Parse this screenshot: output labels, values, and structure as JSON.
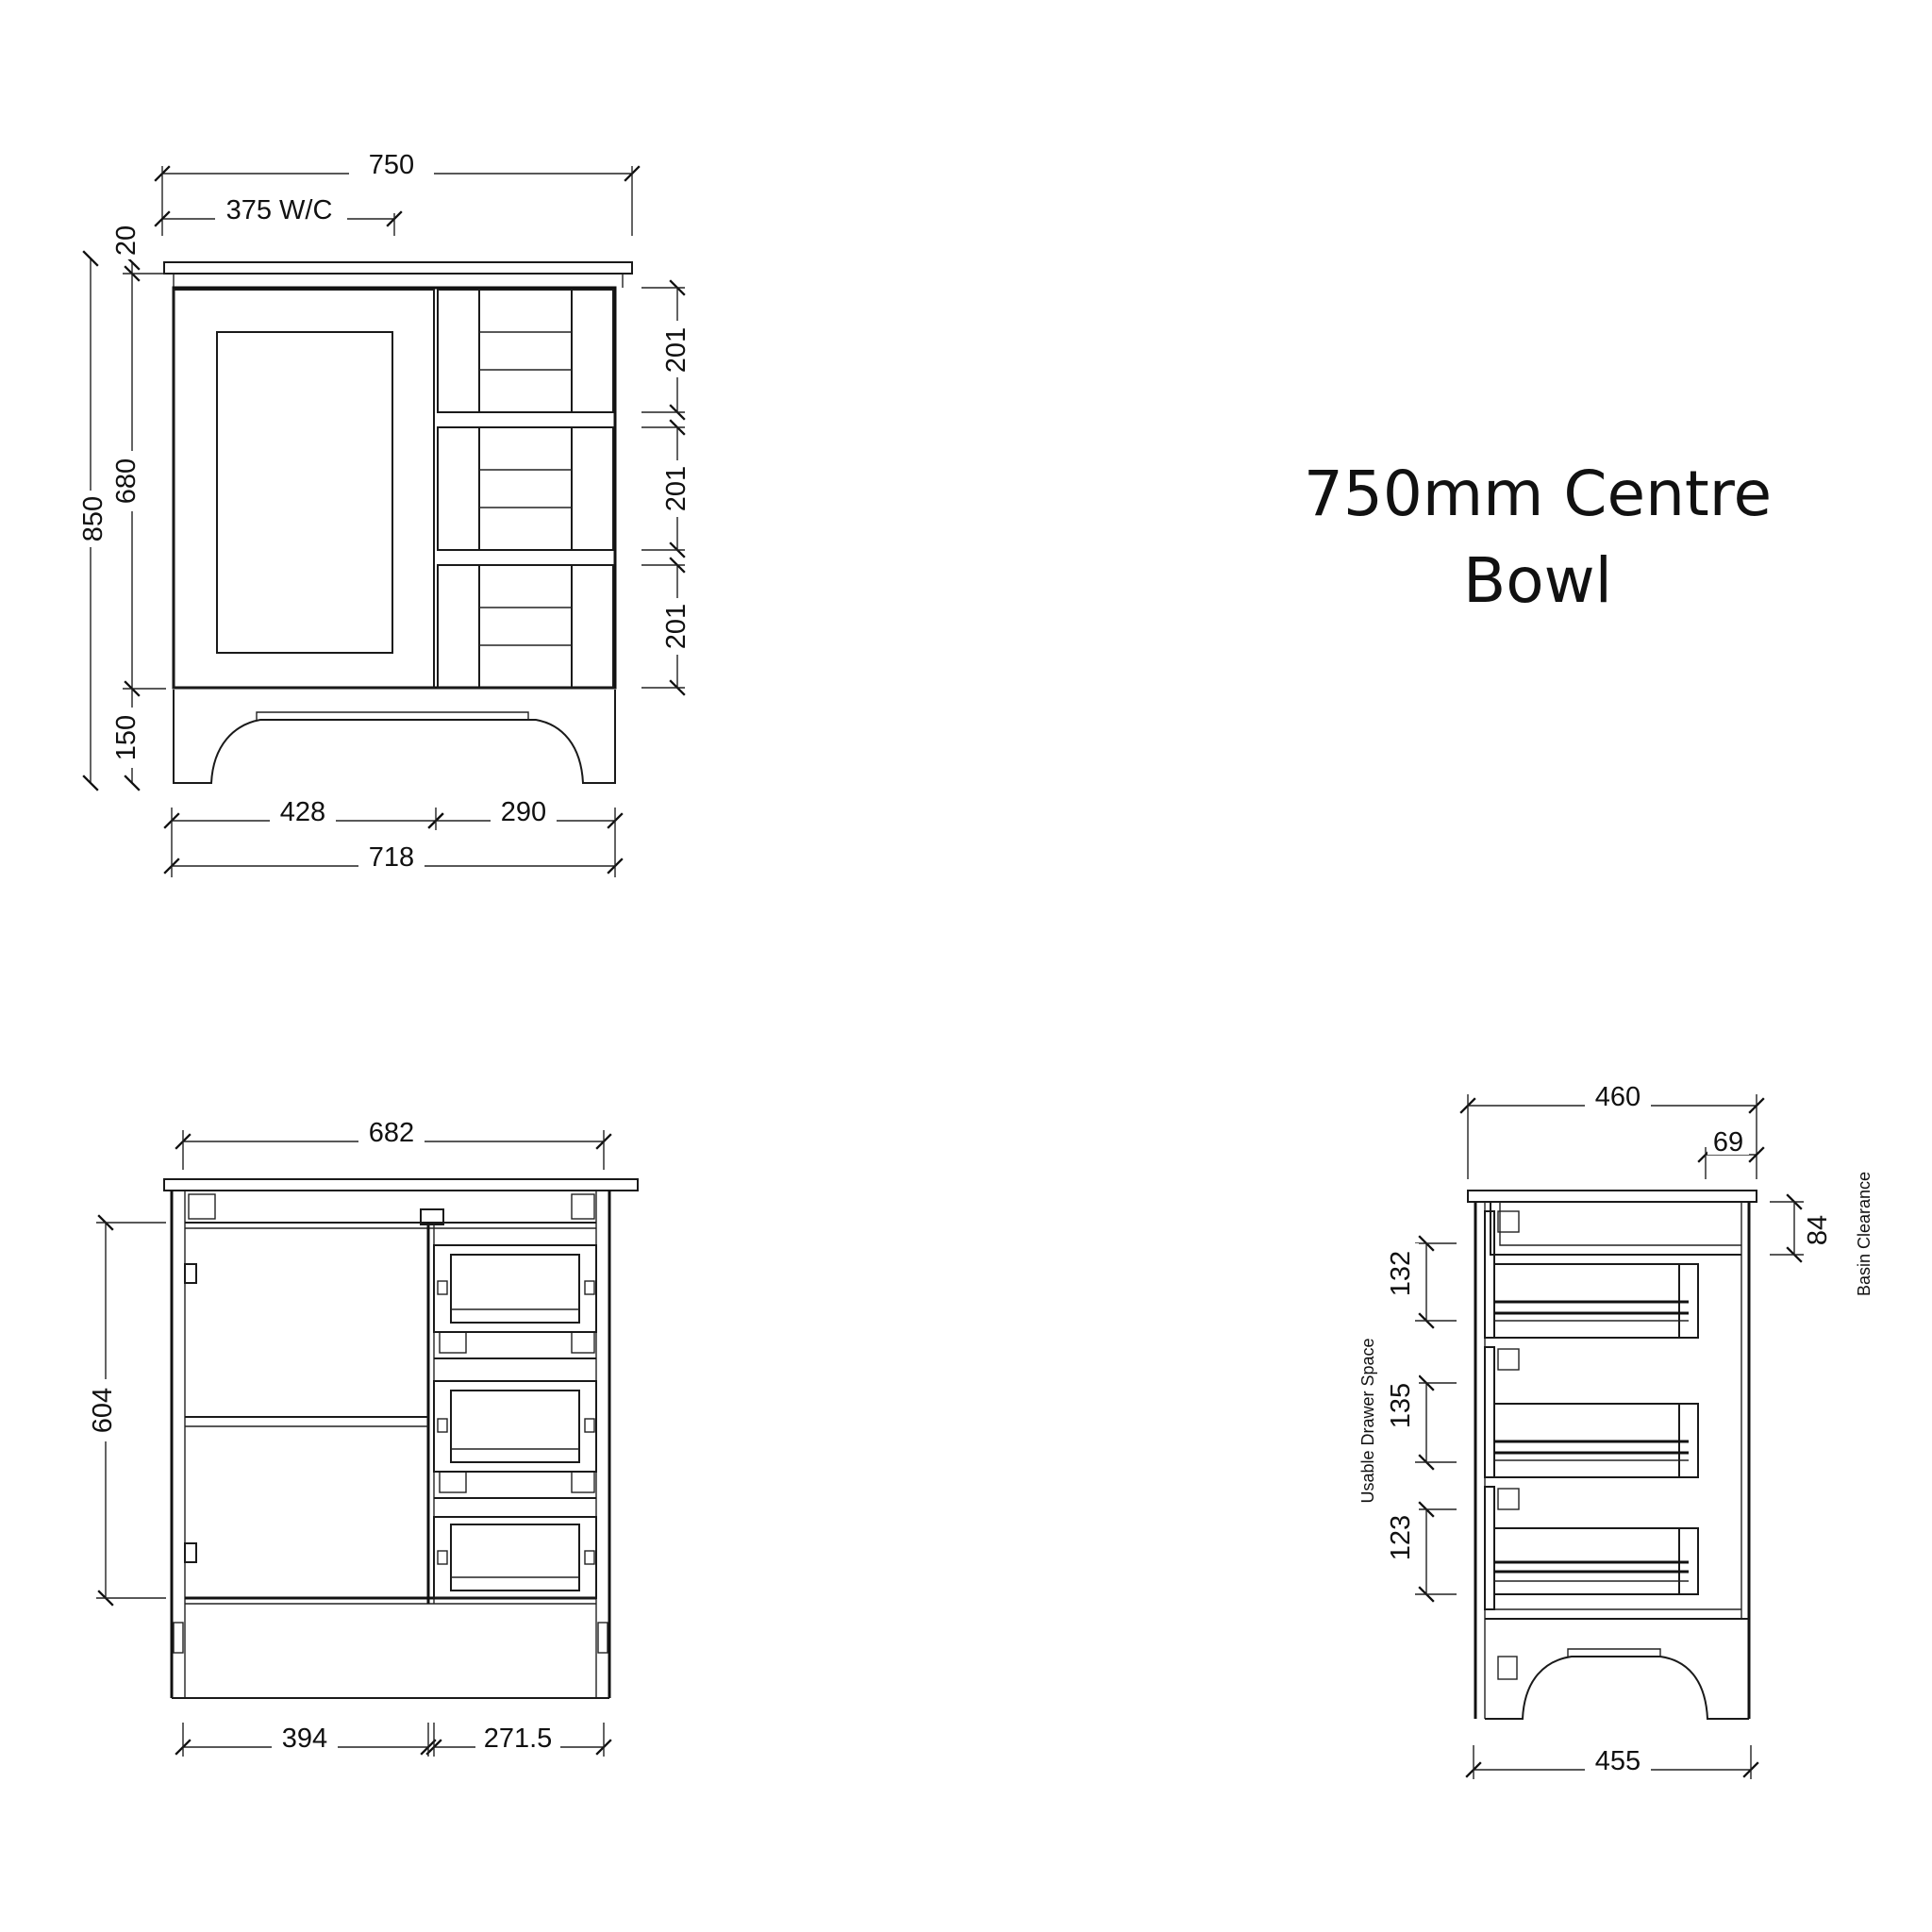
{
  "title": {
    "line1": "750mm Centre",
    "line2": "Bowl"
  },
  "front_view": {
    "overall_width": "750",
    "wc_offset": "375 W/C",
    "top_thickness": "20",
    "overall_height": "850",
    "carcass_height": "680",
    "plinth_height": "150",
    "drawer_heights": [
      "201",
      "201",
      "201"
    ],
    "door_width": "428",
    "drawer_width": "290",
    "carcass_width": "718"
  },
  "interior_view": {
    "inner_width": "682",
    "inner_height": "604",
    "left_bay": "394",
    "right_bay": "271.5"
  },
  "side_view": {
    "overall_depth": "460",
    "rear_gap": "69",
    "basin_clearance_value": "84",
    "basin_clearance_label": "Basin Clearance",
    "usable_label": "Usable Drawer Space",
    "drawer_space": [
      "132",
      "135",
      "123"
    ],
    "base_depth": "455"
  }
}
